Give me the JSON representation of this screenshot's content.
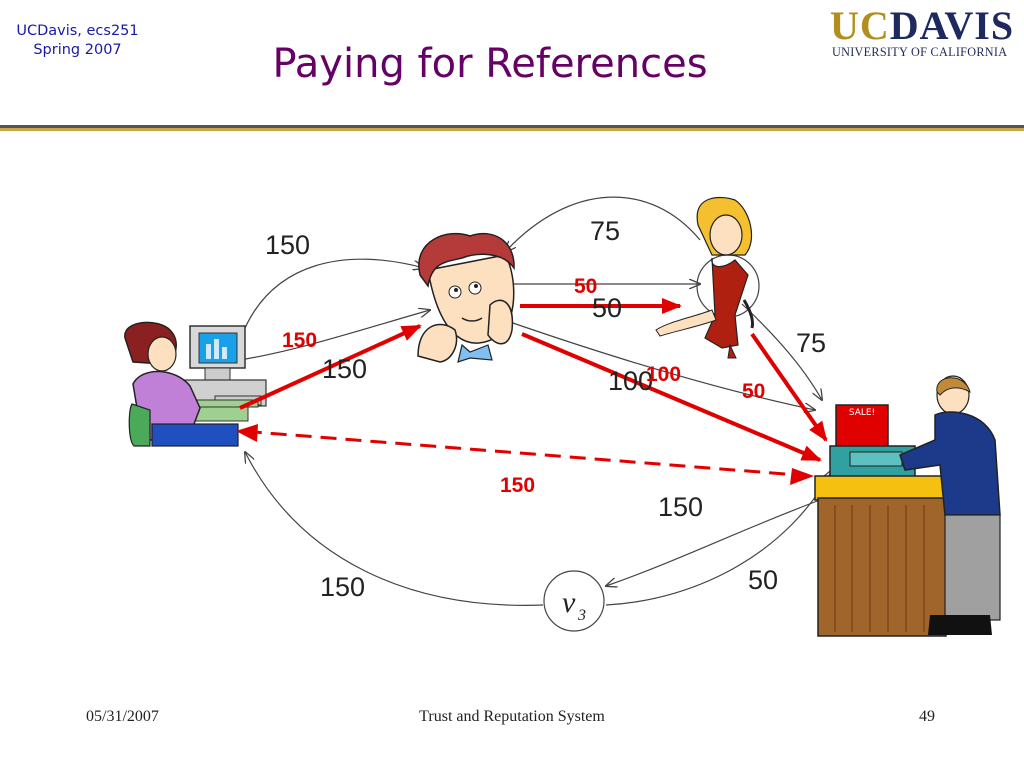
{
  "header": {
    "course_line1": "UCDavis, ecs251",
    "course_line2": "Spring 2007",
    "title": "Paying for References",
    "logo_uc": "UC",
    "logo_davis": "DAVIS",
    "logo_sub": "UNIVERSITY OF CALIFORNIA"
  },
  "diagram": {
    "gray_labels": {
      "buyer_to_ref_top": "150",
      "buyer_to_ref_mid": "150",
      "ref_to_woman": "50",
      "woman_to_ref": "75",
      "woman_to_seller": "75",
      "ref_to_seller": "100",
      "seller_to_v3": "150",
      "v3_to_seller": "50",
      "v3_to_buyer": "150"
    },
    "red_labels": {
      "buyer_to_ref": "150",
      "ref_to_woman": "50",
      "ref_to_seller": "100",
      "woman_to_seller": "50",
      "seller_to_buyer": "150"
    },
    "node_v3": "v",
    "node_v3_sub": "3",
    "sale_sign": "SALE!"
  },
  "footer": {
    "date": "05/31/2007",
    "center": "Trust and Reputation System",
    "page": "49"
  },
  "colors": {
    "title": "#660066",
    "course": "#1a1aa6",
    "red_arrow": "#e00000",
    "rule_gold": "#c8a64a"
  }
}
